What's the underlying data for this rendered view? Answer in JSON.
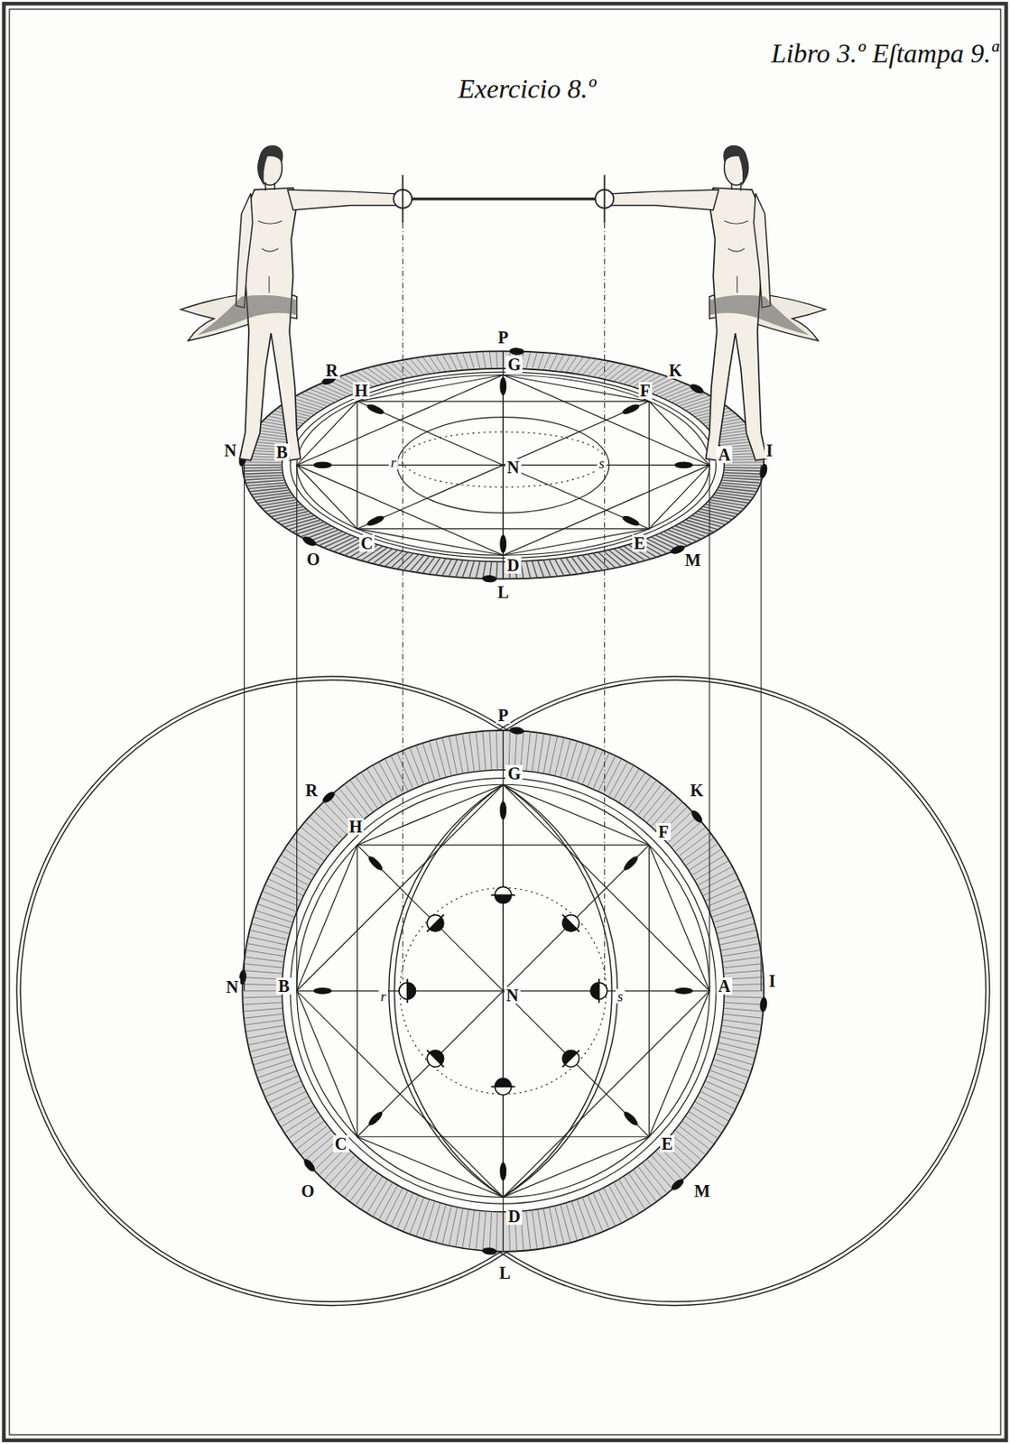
{
  "diagram": {
    "title": "Exercicio 8.º",
    "labels": [
      "Libro 3.º Eſtampa 9.ª",
      "P",
      "R",
      "H",
      "G",
      "F",
      "K",
      "N",
      "B",
      "r",
      "N",
      "s",
      "A",
      "I",
      "C",
      "O",
      "D",
      "E",
      "M",
      "L",
      "P",
      "G",
      "R",
      "K",
      "H",
      "F",
      "N",
      "B",
      "r",
      "N",
      "s",
      "A",
      "I",
      "C",
      "E",
      "O",
      "M",
      "D",
      "L"
    ]
  }
}
